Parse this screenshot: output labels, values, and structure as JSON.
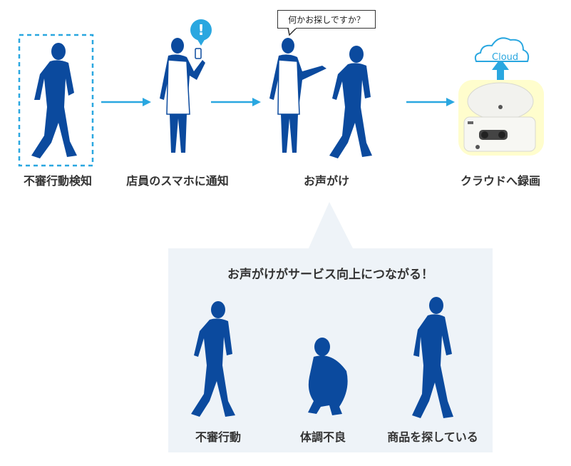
{
  "flow": {
    "step1": "不審行動検知",
    "step2": "店員のスマホに通知",
    "step3": "お声がけ",
    "step4": "クラウドへ録画"
  },
  "speech_bubble": "何かお探しですか？",
  "alert_mark": "!",
  "cloud_label": "Cloud",
  "panel": {
    "title": "お声がけがサービス向上につながる！",
    "items": [
      "不審行動",
      "体調不良",
      "商品を探している"
    ]
  },
  "colors": {
    "figure": "#0b4a9e",
    "arrow": "#2aa7e0",
    "panel_bg": "#eef3f8",
    "detect_frame": "#2aa7e0"
  }
}
